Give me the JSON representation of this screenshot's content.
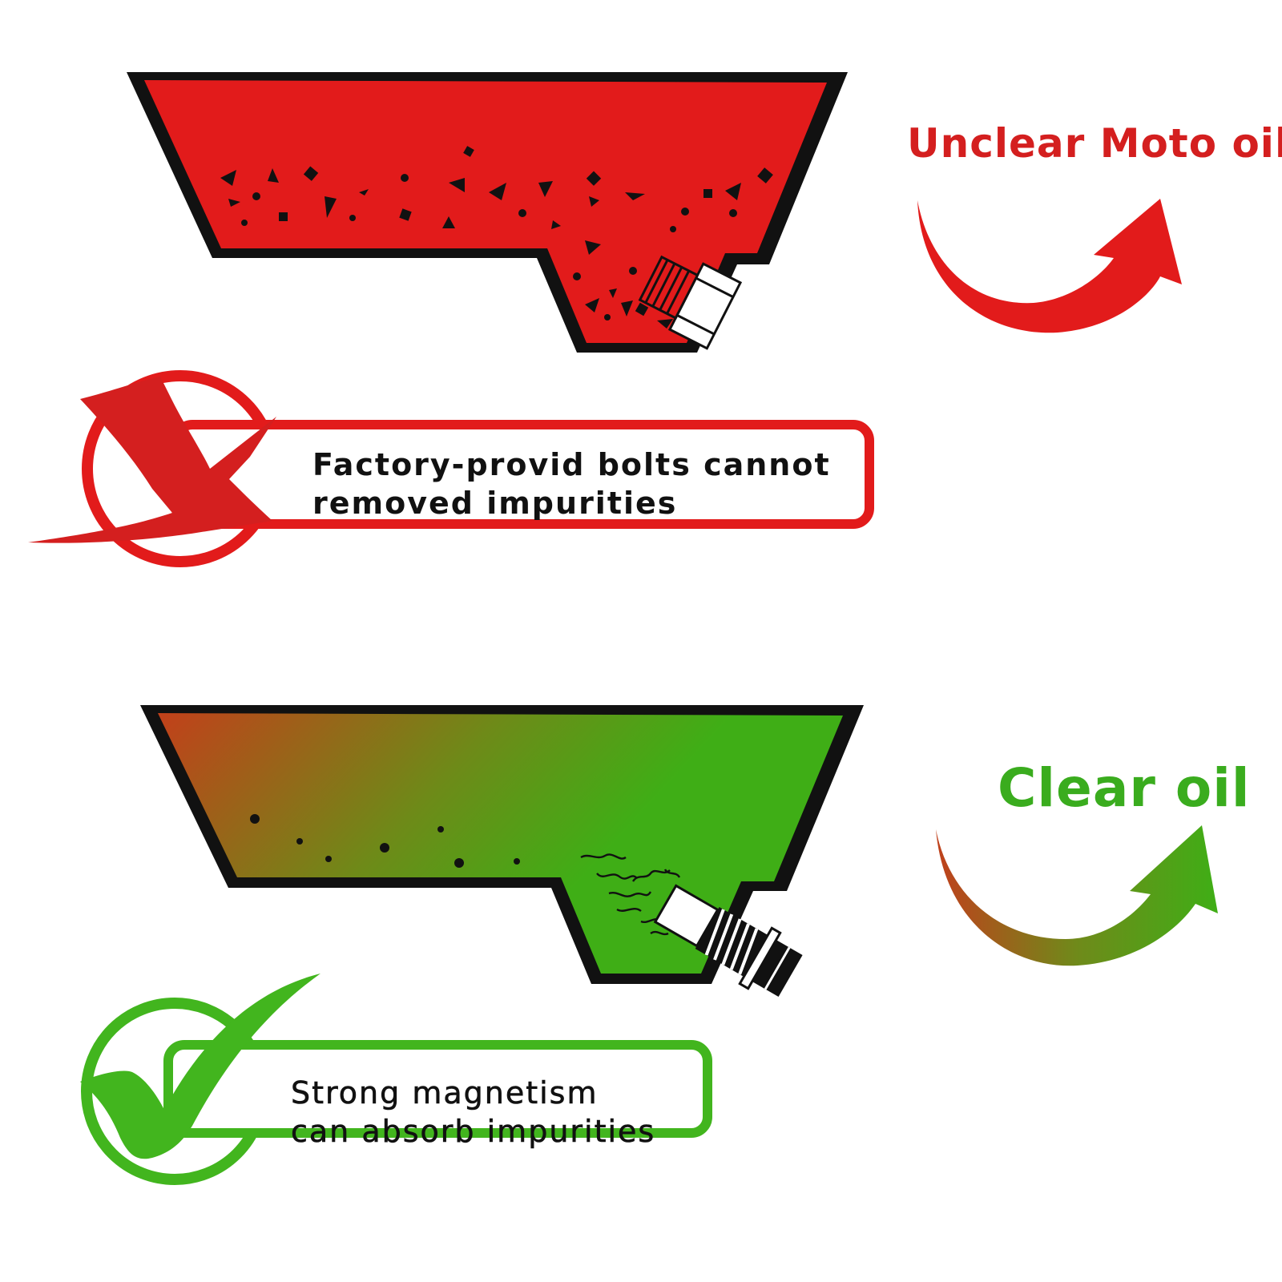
{
  "colors": {
    "bad": "#e21b1b",
    "bad_text": "#d41f1f",
    "good": "#42b51e",
    "good_text": "#3aac1e",
    "ink": "#111111",
    "gradient_start": "#c2401a",
    "gradient_end": "#3fae16"
  },
  "top_panel": {
    "title": "Unclear Moto oil",
    "note": [
      "Factory-provid bolts cannot",
      "removed impurities"
    ],
    "status_icon": "cross-icon",
    "arrow_icon": "curved-arrow-icon",
    "bolt_icon": "drain-bolt-icon"
  },
  "bottom_panel": {
    "title": "Clear oil",
    "note": [
      "Strong magnetism",
      "can absorb impurities"
    ],
    "status_icon": "check-icon",
    "arrow_icon": "curved-arrow-icon",
    "bolt_icon": "magnetic-drain-bolt-icon"
  }
}
